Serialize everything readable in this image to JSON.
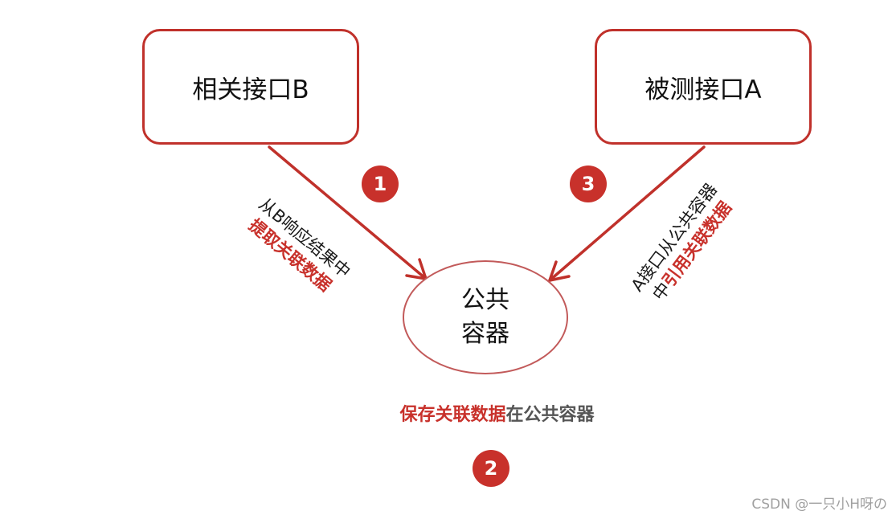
{
  "nodes": {
    "related_api": "相关接口B",
    "tested_api": "被测接口A",
    "container_line1": "公共",
    "container_line2": "容器"
  },
  "steps": {
    "step1": "1",
    "step2": "2",
    "step3": "3"
  },
  "edge_labels": {
    "left_line1": "从B响应结果中",
    "left_line2": "提取关联数据",
    "right_line1": "A接口从公共容器",
    "right_prefix": "中",
    "right_emphasis": "引用关联数据"
  },
  "caption": {
    "emphasis": "保存关联数据",
    "rest": "在公共容器"
  },
  "watermark": "CSDN @一只小H呀の",
  "colors": {
    "accent_red": "#c8312b",
    "border_red": "#c0312b",
    "ellipse_border": "#c25a5a",
    "caption_grey": "#555555"
  }
}
